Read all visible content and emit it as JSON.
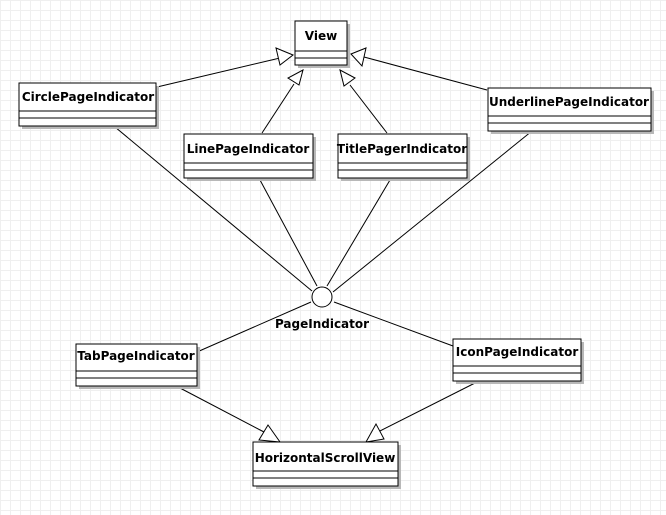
{
  "classes": {
    "view": "View",
    "circle_page_indicator": "CirclePageIndicator",
    "underline_page_indicator": "UnderlinePageIndicator",
    "line_page_indicator": "LinePageIndicator",
    "title_pager_indicator": "TitlePagerIndicator",
    "tab_page_indicator": "TabPageIndicator",
    "icon_page_indicator": "IconPageIndicator",
    "horizontal_scroll_view": "HorizontalScrollView"
  },
  "interface": {
    "name": "PageIndicator"
  }
}
